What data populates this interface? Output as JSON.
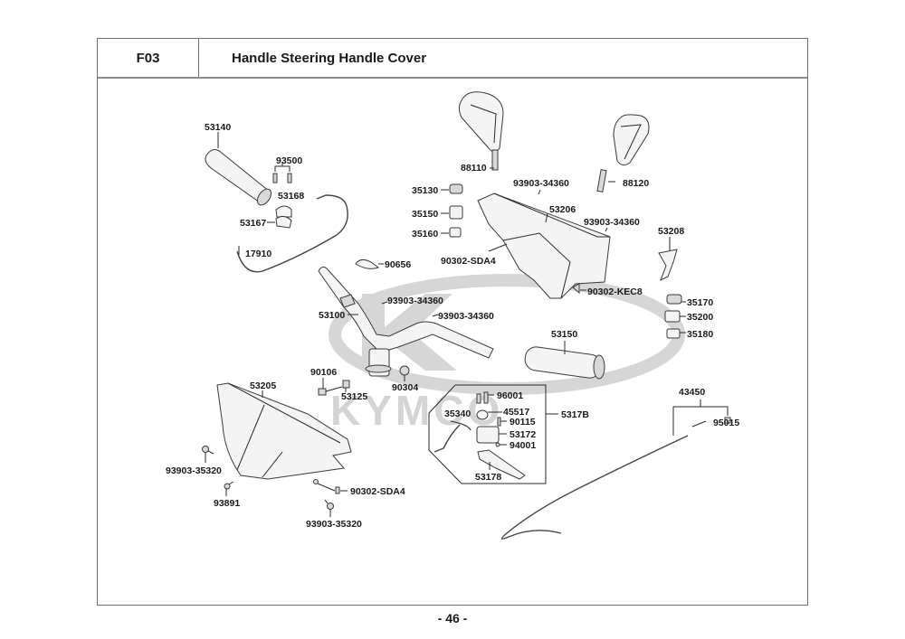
{
  "header": {
    "section_code": "F03",
    "title": "Handle Steering  Handle Cover"
  },
  "watermark": "KYMCO",
  "footer": {
    "page_number": "- 46 -"
  },
  "parts": {
    "p53140": "53140",
    "p93500": "93500",
    "p53168": "53168",
    "p53167": "53167",
    "p17910": "17910",
    "p90656": "90656",
    "p88110": "88110",
    "p88120": "88120",
    "p35130": "35130",
    "p35150": "35150",
    "p35160": "35160",
    "p93903_34360_a": "93903-34360",
    "p53206": "53206",
    "p93903_34360_b": "93903-34360",
    "p90302_sda4_a": "90302-SDA4",
    "p90302_kec8": "90302-KEC8",
    "p53208": "53208",
    "p35170": "35170",
    "p35200": "35200",
    "p35180": "35180",
    "p93903_34360_c": "93903-34360",
    "p53100": "53100",
    "p93903_34360_d": "93903-34360",
    "p53150": "53150",
    "p90106": "90106",
    "p53125": "53125",
    "p90304": "90304",
    "p53205": "53205",
    "p96001": "96001",
    "p45517": "45517",
    "p35340": "35340",
    "p90115": "90115",
    "p53172": "53172",
    "p94001": "94001",
    "p53178": "53178",
    "p5317B": "5317B",
    "p43450": "43450",
    "p95015": "95015",
    "p93903_35320_a": "93903-35320",
    "p93891": "93891",
    "p90302_sda4_b": "90302-SDA4",
    "p93903_35320_b": "93903-35320"
  }
}
